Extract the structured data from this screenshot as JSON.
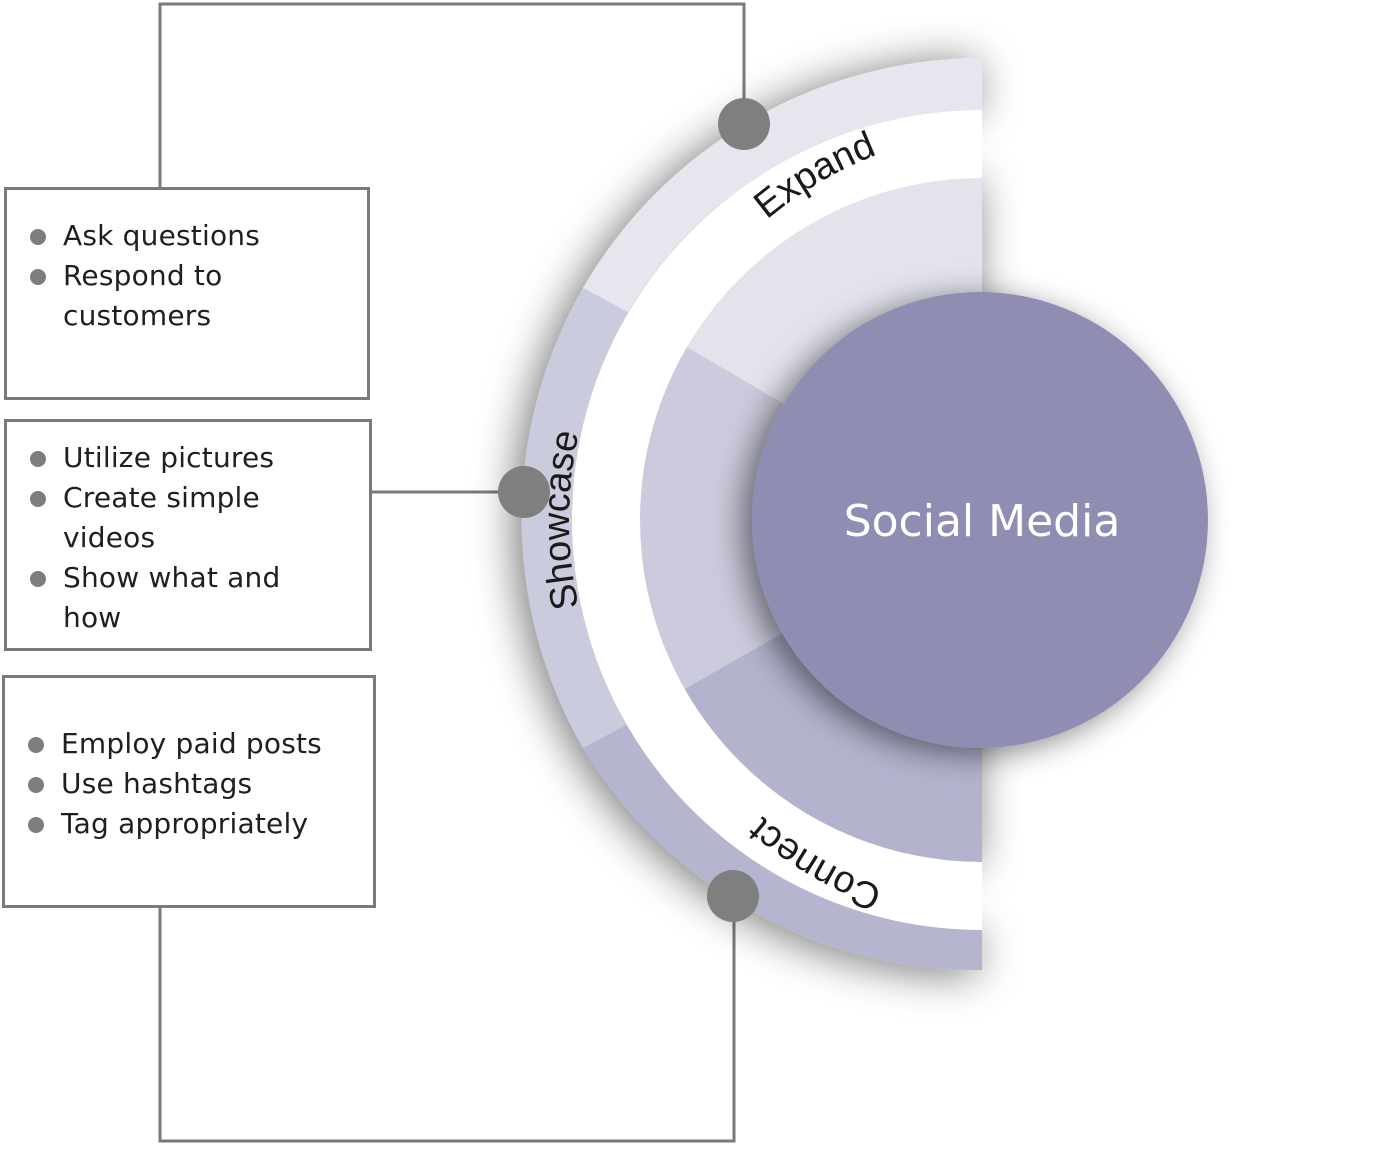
{
  "center": {
    "label": "Social Media"
  },
  "arcs": {
    "expand": "Expand",
    "showcase": "Showcase",
    "connect": "Connect"
  },
  "boxes": {
    "top": {
      "items": [
        {
          "line1": "Ask questions",
          "line2": ""
        },
        {
          "line1": "Respond to",
          "line2": "customers"
        }
      ]
    },
    "middle": {
      "items": [
        {
          "line1": "Utilize pictures",
          "line2": ""
        },
        {
          "line1": "Create simple",
          "line2": "videos"
        },
        {
          "line1": "Show what and",
          "line2": "how"
        }
      ]
    },
    "bottom": {
      "items": [
        {
          "line1": "Employ paid posts",
          "line2": ""
        },
        {
          "line1": "Use hashtags",
          "line2": ""
        },
        {
          "line1": "Tag appropriately",
          "line2": ""
        }
      ]
    }
  },
  "colors": {
    "center": "#8f8eb2",
    "expand_outer": "#e6e6ee",
    "expand_inner": "#e3e3ec",
    "showcase_outer": "#cbcbde",
    "showcase_inner": "#cbcbdd",
    "connect_outer": "#b5b5cf",
    "connect_inner": "#b3b3ce",
    "connector": "#7a7a7a",
    "node": "#7f7f7f"
  }
}
